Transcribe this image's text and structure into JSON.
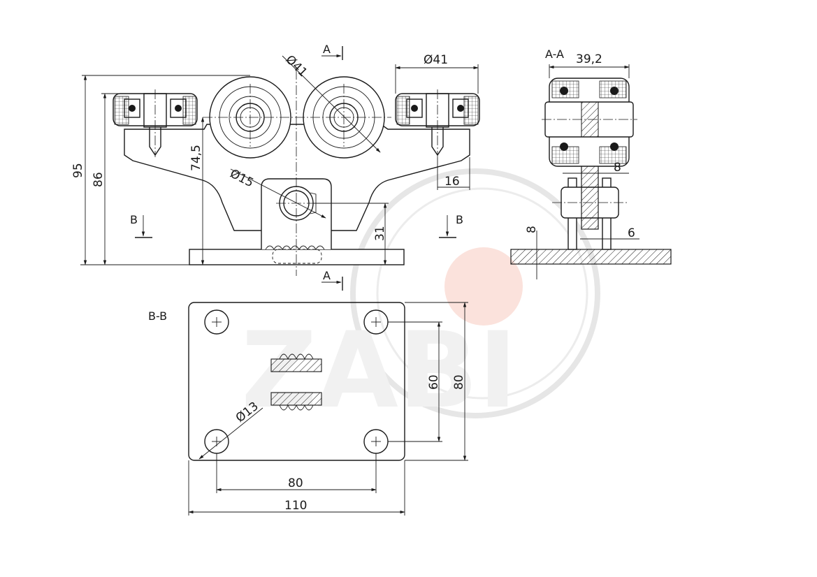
{
  "watermark": {
    "text": "ZABI",
    "ring_color": "#e4e4e4",
    "dot_color": "#fbe2dc"
  },
  "section_labels": {
    "a_a": "A-A",
    "b_b": "B-B",
    "a_top": "A",
    "a_bottom": "A",
    "b_left": "B",
    "b_right": "B"
  },
  "front_view": {
    "dim_95": "95",
    "dim_86": "86",
    "dim_74_5": "74,5",
    "dim_31": "31",
    "dim_16": "16",
    "dim_dia41_wheel": "Ø41",
    "dim_dia41_top": "Ø41",
    "dim_dia15": "Ø15"
  },
  "side_view": {
    "dim_39_2": "39,2",
    "dim_8_top": "8",
    "dim_8_left": "8",
    "dim_6": "6"
  },
  "base_view": {
    "dim_60": "60",
    "dim_80_right": "80",
    "dim_80_bottom": "80",
    "dim_110": "110",
    "dim_dia13": "Ø13"
  }
}
